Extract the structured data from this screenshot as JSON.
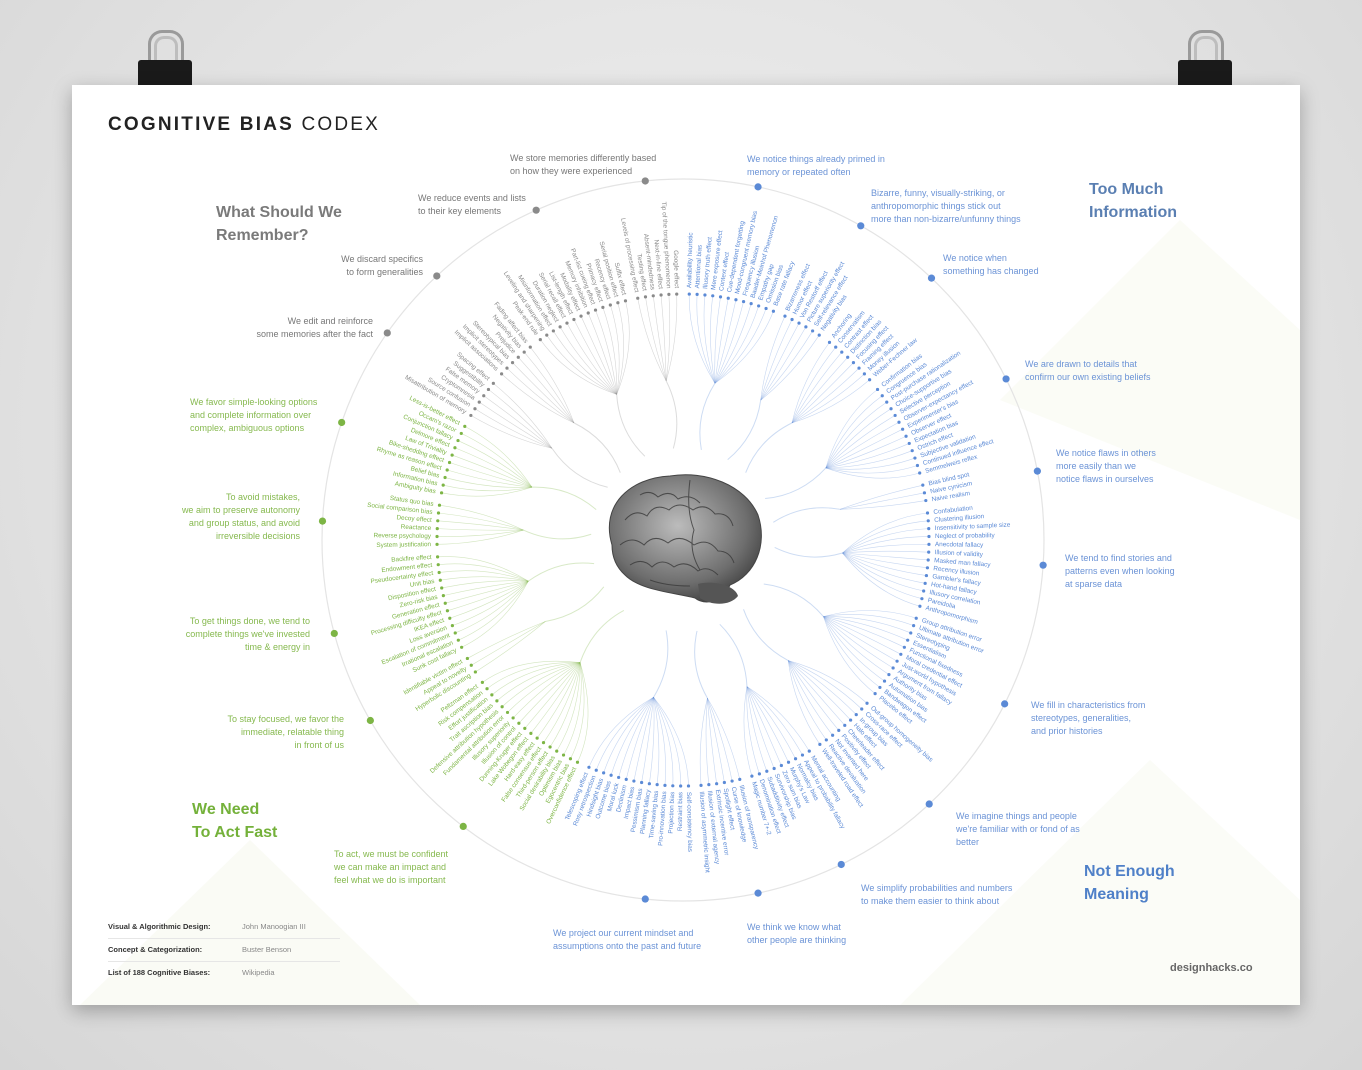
{
  "title": {
    "bold": "COGNITIVE BIAS",
    "regular": "CODEX"
  },
  "colors": {
    "blue": "#5b8ad6",
    "green": "#7db545",
    "grey": "#8a8a8a",
    "heading_blue": "#5a86c8",
    "heading_green": "#74b13a",
    "heading_grey": "#7a7a7a"
  },
  "headings": {
    "remember": [
      "What Should We",
      "Remember?"
    ],
    "too_much": [
      "Too Much",
      "Information"
    ],
    "act_fast": [
      "We Need",
      "To Act Fast"
    ],
    "meaning": [
      "Not Enough",
      "Meaning"
    ]
  },
  "groups": [
    {
      "label": [
        "We notice things already primed in",
        "memory or repeated often"
      ],
      "angle": 12,
      "color": "blue",
      "biases": [
        "Availability heuristic",
        "Attentional bias",
        "Illusory truth effect",
        "Mere exposure effect",
        "Context effect",
        "Cue-dependent forgetting",
        "Mood-congruent memory bias",
        "Frequency illusion",
        "Baader-Meinhof Phenomenon",
        "Empathy gap",
        "Omission bias",
        "Base rate fallacy"
      ]
    },
    {
      "label": [
        "Bizarre, funny, visually-striking, or",
        "anthropomorphic things stick out",
        "more than non-bizarre/unfunny things"
      ],
      "angle": 29.5,
      "color": "blue",
      "biases": [
        "Bizarreness effect",
        "Humor effect",
        "Von Restorff effect",
        "Picture superiority effect",
        "Self-relevance effect",
        "Negativity bias"
      ]
    },
    {
      "label": [
        "We notice when",
        "something has changed"
      ],
      "angle": 43.5,
      "color": "blue",
      "biases": [
        "Anchoring",
        "Conservatism",
        "Contrast effect",
        "Distinction bias",
        "Focusing effect",
        "Framing effect",
        "Money illusion",
        "Weber-Fechner law"
      ]
    },
    {
      "label": [
        "We are drawn to details that",
        "confirm our own existing beliefs"
      ],
      "angle": 63.5,
      "color": "blue",
      "biases": [
        "Confirmation bias",
        "Congruence bias",
        "Post-purchase rationalization",
        "Choice-supportive bias",
        "Selective perception",
        "Observer-expectancy effect",
        "Experimenter's bias",
        "Observer effect",
        "Expectation bias",
        "Ostrich effect",
        "Subjective validation",
        "Continued influence effect",
        "Semmelweis reflex"
      ]
    },
    {
      "label": [
        "We notice flaws in others",
        "more easily than we",
        "notice flaws in ourselves"
      ],
      "angle": 79,
      "color": "blue",
      "biases": [
        "Bias blind spot",
        "Naive cynicism",
        "Naive realism"
      ]
    },
    {
      "label": [
        "We tend to find stories and",
        "patterns even when looking",
        "at sparse data"
      ],
      "angle": 94,
      "color": "blue",
      "biases": [
        "Confabulation",
        "Clustering illusion",
        "Insensitivity to sample size",
        "Neglect of probability",
        "Anecdotal fallacy",
        "Illusion of validity",
        "Masked man fallacy",
        "Recency illusion",
        "Gambler's fallacy",
        "Hot-hand fallacy",
        "Illusory correlation",
        "Pareidolia",
        "Anthropomorphism"
      ]
    },
    {
      "label": [
        "We fill in characteristics from",
        "stereotypes, generalities,",
        "and prior histories"
      ],
      "angle": 117,
      "color": "blue",
      "biases": [
        "Group attribution error",
        "Ultimate attribution error",
        "Stereotyping",
        "Essentialism",
        "Functional fixedness",
        "Moral credential effect",
        "Just-world hypothesis",
        "Argument from fallacy",
        "Authority bias",
        "Automation bias",
        "Bandwagon effect",
        "Placebo effect"
      ]
    },
    {
      "label": [
        "We imagine things and people",
        "we're familiar with or fond of as",
        "better"
      ],
      "angle": 137,
      "color": "blue",
      "biases": [
        "Out-group homogeneity bias",
        "Cross-race effect",
        "In-group bias",
        "Halo effect",
        "Cheerleader effect",
        "Positivity effect",
        "Not invented here",
        "Reactive devaluation",
        "Well-traveled road effect"
      ]
    },
    {
      "label": [
        "We simplify probabilities and numbers",
        "to make them easier to think about"
      ],
      "angle": 154,
      "color": "blue",
      "biases": [
        "Mental accounting",
        "Appeal to probability fallacy",
        "Normalcy bias",
        "Murphy's Law",
        "Zero sum bias",
        "Survivorship bias",
        "Subadditivity effect",
        "Denomination effect",
        "Magic number 7+-2"
      ]
    },
    {
      "label": [
        "We think we know what",
        "other people are thinking"
      ],
      "angle": 168,
      "color": "blue",
      "biases": [
        "Illusion of transparency",
        "Curse of knowledge",
        "Spotlight effect",
        "Extrinsic incentive error",
        "Illusion of external agency",
        "Illusion of asymmetric insight"
      ]
    },
    {
      "label": [
        "We project our current mindset and",
        "assumptions onto the past and future"
      ],
      "angle": 186,
      "color": "blue",
      "biases": [
        "Self-consistency bias",
        "Restraint bias",
        "Projection bias",
        "Pro-innovation bias",
        "Time-saving bias",
        "Planning fallacy",
        "Pessimism bias",
        "Impact bias",
        "Declinism",
        "Moral luck",
        "Outcome bias",
        "Hindsight bias",
        "Rosy retrospection",
        "Telescoping effect"
      ]
    },
    {
      "label": [
        "To act, we must be confident",
        "we can make an impact and",
        "feel what we do is important"
      ],
      "angle": 217.5,
      "color": "green",
      "biases": [
        "Overconfidence effect",
        "Egocentric bias",
        "Optimism bias",
        "Social desirability bias",
        "Third-person effect",
        "False consensus effect",
        "Hard-easy effect",
        "Lake Wobegon effect",
        "Dunning-Kruger effect",
        "Illusion of control",
        "Illusory superiority",
        "Fundamental attribution error",
        "Defensive attribution hypothesis",
        "Trait ascription bias",
        "Effort justification",
        "Risk compensation",
        "Peltzman effect"
      ]
    },
    {
      "label": [
        "To stay focused, we favor the",
        "immediate, relatable thing",
        "in front of us"
      ],
      "angle": 240,
      "color": "green",
      "biases": [
        "Hyperbolic discounting",
        "Appeal to novelty",
        "Identifiable victim effect"
      ]
    },
    {
      "label": [
        "To get things done, we tend to",
        "complete things we've invested",
        "time & energy in"
      ],
      "angle": 255,
      "color": "green",
      "biases": [
        "Sunk cost fallacy",
        "Irrational escalation",
        "Escalation of commitment",
        "Loss aversion",
        "IKEA effect",
        "Processing difficulty effect",
        "Generation effect",
        "Zero-risk bias",
        "Disposition effect",
        "Unit bias",
        "Pseudocertainty effect",
        "Endowment effect",
        "Backfire effect"
      ]
    },
    {
      "label": [
        "To avoid mistakes,",
        "we aim to preserve autonomy",
        "and group status, and avoid",
        "irreversible decisions"
      ],
      "angle": 273,
      "color": "green",
      "biases": [
        "System justification",
        "Reverse psychology",
        "Reactance",
        "Decoy effect",
        "Social comparison bias",
        "Status quo bias"
      ]
    },
    {
      "label": [
        "We favor simple-looking options",
        "and complete information over",
        "complex, ambiguous options"
      ],
      "angle": 289,
      "color": "green",
      "biases": [
        "Ambiguity bias",
        "Information bias",
        "Belief bias",
        "Rhyme as reason effect",
        "Bike-shedding effect",
        "Law of Triviality",
        "Delmore effect",
        "Conjunction fallacy",
        "Occam's razor",
        "Less-is-better effect"
      ]
    },
    {
      "label": [
        "We edit and reinforce",
        "some memories after the fact"
      ],
      "angle": 305,
      "color": "grey",
      "biases": [
        "Misattribution of memory",
        "Source confusion",
        "Cryptomnesia",
        "False memory",
        "Suggestibility",
        "Spacing effect"
      ]
    },
    {
      "label": [
        "We discard specifics",
        "to form generalities"
      ],
      "angle": 317,
      "color": "grey",
      "biases": [
        "Implicit associations",
        "Implicit stereotypes",
        "Stereotypical bias",
        "Prejudice",
        "Negativity bias",
        "Fading affect bias"
      ]
    },
    {
      "label": [
        "We reduce events and lists",
        "to their key elements"
      ],
      "angle": 336,
      "color": "grey",
      "biases": [
        "Peak-end rule",
        "Leveling and sharpening",
        "Misinformation effect",
        "Duration neglect",
        "Serial recall effect",
        "List-length effect",
        "Modality effect",
        "Memory inhibition",
        "Part-list cueing effect",
        "Primacy effect",
        "Recency effect",
        "Serial position effect",
        "Suffix effect"
      ]
    },
    {
      "label": [
        "We store memories differently based",
        "on how they were experienced"
      ],
      "angle": 354,
      "color": "grey",
      "biases": [
        "Levels of processing effect",
        "Testing effect",
        "Absent-mindedness",
        "Next-in-line effect",
        "Tip of the tongue phenomenon",
        "Google effect"
      ]
    }
  ],
  "credits": [
    {
      "key": "Visual & Algorithmic Design:",
      "value": "John Manoogian III"
    },
    {
      "key": "Concept & Categorization:",
      "value": "Buster Benson"
    },
    {
      "key": "List of 188 Cognitive Biases:",
      "value": "Wikipedia"
    }
  ],
  "site": "designhacks.co"
}
